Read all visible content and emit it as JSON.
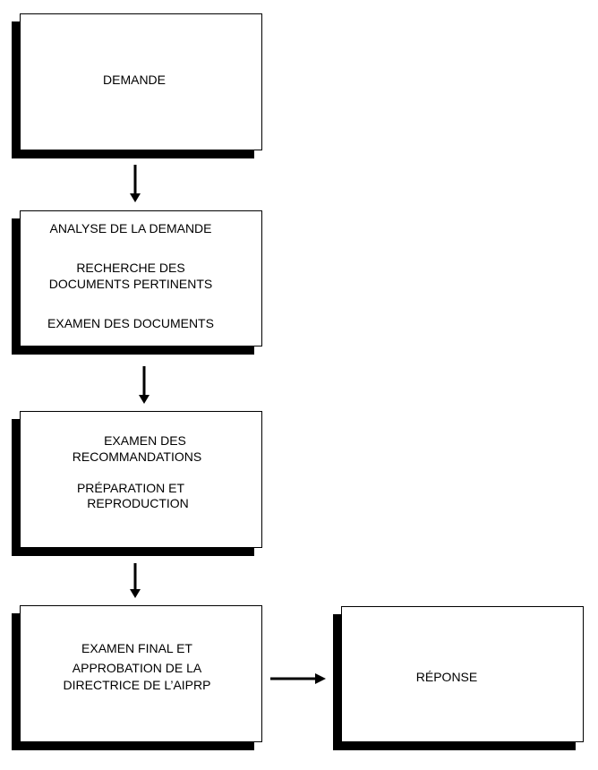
{
  "flowchart": {
    "request": {
      "label": "DEMANDE"
    },
    "step1": {
      "line1": "ANALYSE DE LA DEMANDE",
      "line2": "RECHERCHE DES",
      "line3": "DOCUMENTS PERTINENTS",
      "line4": "EXAMEN DES DOCUMENTS"
    },
    "step2": {
      "line1": "EXAMEN DES",
      "line2": "RECOMMANDATIONS",
      "line3": "PRÉPARATION ET",
      "line4": "REPRODUCTION"
    },
    "step3": {
      "line1": "EXAMEN FINAL ET",
      "line2": "APPROBATION DE LA",
      "line3": "DIRECTRICE DE L’AIPRP"
    },
    "response": {
      "label": "RÉPONSE"
    }
  },
  "colors": {
    "box_border": "#000000",
    "box_shadow": "#000000",
    "arrow": "#000000",
    "background": "#ffffff"
  }
}
